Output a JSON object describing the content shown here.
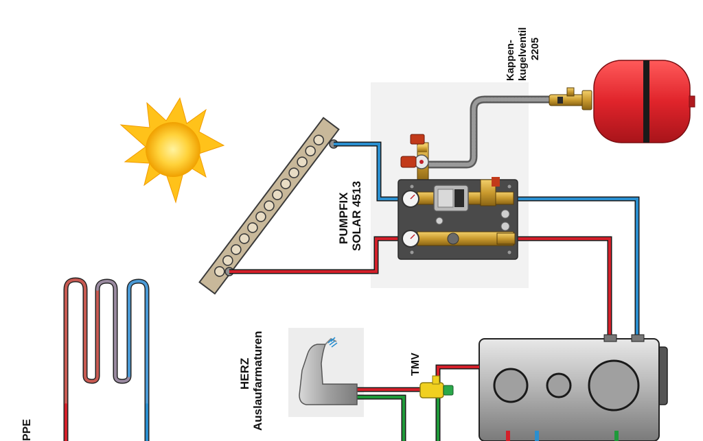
{
  "labels": {
    "kappenkugelventil": [
      "Kappen-",
      "kugelventil",
      "2205"
    ],
    "pumpfix": [
      "PUMPFIX",
      "SOLAR 4513"
    ],
    "herz": [
      "HERZ",
      "Auslaufarmaturen"
    ],
    "tmv": "TMV",
    "pumpe_fragment": "PPE"
  },
  "colors": {
    "hot_pipe": "#d4202a",
    "cold_pipe": "#2a8fd0",
    "green_pipe": "#1f9a3a",
    "pipe_outline": "#1a1a1a",
    "sun_outer": "#ffc21a",
    "sun_inner": "#ffe56b",
    "expansion_vessel": "#e0242b",
    "pump_panel": "#4a4a4a",
    "brass": "#c99a2e",
    "collector": "#c8b89a",
    "boiler": "#a8a8a8"
  },
  "icons": {
    "sun": "sun-icon",
    "collector": "solar-collector-icon",
    "vessel": "expansion-vessel-icon",
    "pump_station": "pump-station-icon",
    "faucet": "faucet-icon",
    "boiler": "boiler-tank-icon",
    "heat_pump_coil": "heat-pump-coil-icon"
  }
}
